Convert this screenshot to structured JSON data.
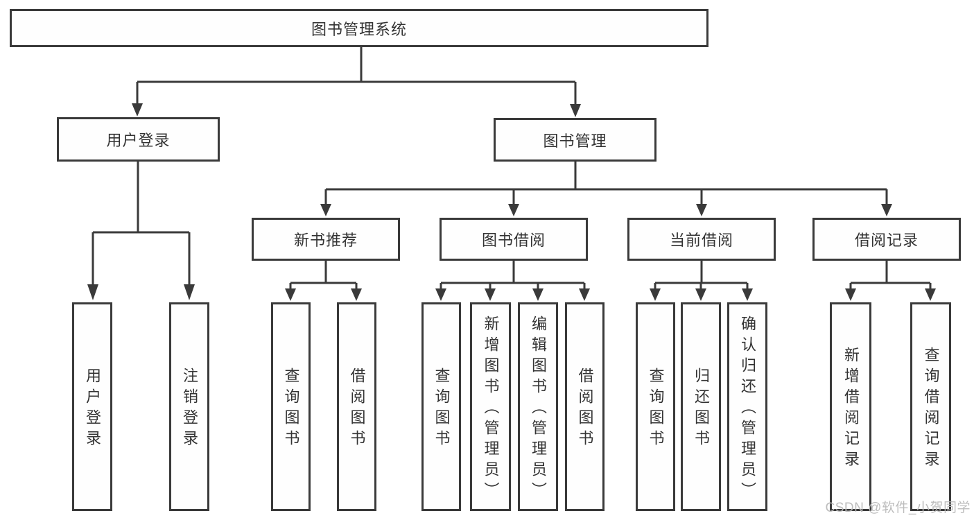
{
  "diagram": {
    "root_label": "图书管理系统",
    "level1": {
      "user_login": "用户登录",
      "book_mgmt": "图书管理"
    },
    "level2": {
      "new_books": "新书推荐",
      "book_borrow": "图书借阅",
      "current_borrow": "当前借阅",
      "borrow_records": "借阅记录"
    },
    "leaves": {
      "user_login": [
        "用户登录",
        "注销登录"
      ],
      "new_books": [
        "查询图书",
        "借阅图书"
      ],
      "book_borrow": [
        "查询图书",
        "新增图书（管理员）",
        "编辑图书（管理员）",
        "借阅图书"
      ],
      "current_borrow": [
        "查询图书",
        "归还图书",
        "确认归还（管理员）"
      ],
      "borrow_records": [
        "新增借阅记录",
        "查询借阅记录"
      ]
    }
  },
  "watermark": "CSDN @软件_小贺同学",
  "colors": {
    "line": "#3a3a3a",
    "text": "#333333",
    "watermark": "#b9b9b9",
    "background": "#ffffff"
  }
}
